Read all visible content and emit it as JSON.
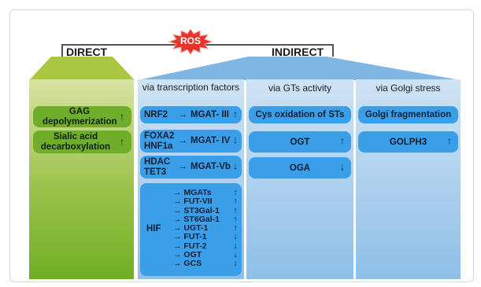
{
  "title_badge": "ROS",
  "direct": {
    "header": "DIRECT",
    "items": [
      {
        "label": "GAG depolymerization",
        "arrow": "↑"
      },
      {
        "label": "Sialic acid decarboxylation",
        "arrow": "↑"
      }
    ]
  },
  "indirect": {
    "header": "INDIRECT",
    "transcription": {
      "title": "via transcription factors",
      "rows": [
        {
          "factor": "NRF2",
          "target": "MGAT- III",
          "arrow": "↑"
        },
        {
          "factor": "FOXA2 HNF1a",
          "target": "MGAT- IV",
          "arrow": "↓"
        },
        {
          "factor": "HDAC TET3",
          "target": "MGAT-Vb",
          "arrow": "↓"
        }
      ],
      "hif": {
        "factor": "HIF",
        "targets": [
          "MGATs",
          "FUT-VII",
          "ST3Gal-1",
          "ST6Gal-1",
          "UGT-1",
          "FUT-1",
          "FUT-2",
          "OGT",
          "GCS"
        ],
        "arrows": [
          "↑",
          "↑",
          "↑",
          "↑",
          "↑",
          "↓",
          "↓",
          "↓",
          "↓"
        ]
      }
    },
    "gts": {
      "title": "via GTs activity",
      "items": [
        {
          "label": "Cys oxidation of STs",
          "arrow": ""
        },
        {
          "label": "OGT",
          "arrow": "↑"
        },
        {
          "label": "OGA",
          "arrow": "↓"
        }
      ]
    },
    "golgi": {
      "title": "via Golgi stress",
      "items": [
        {
          "label": "Golgi fragmentation",
          "arrow": ""
        },
        {
          "label": "GOLPH3",
          "arrow": "↑"
        }
      ]
    }
  },
  "colors": {
    "direct_green": "#6fae2b",
    "pill_blue": "#3a9ee8",
    "ros_red": "#e8332a"
  }
}
